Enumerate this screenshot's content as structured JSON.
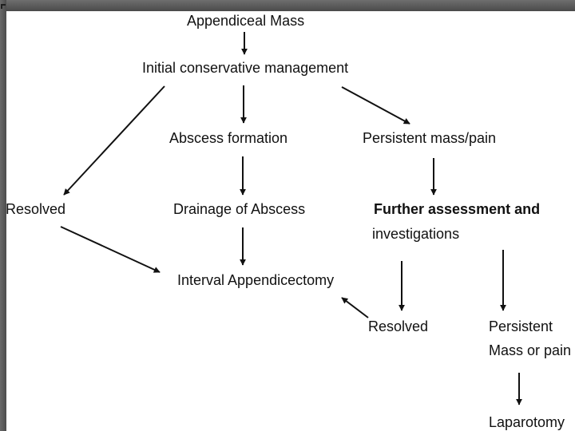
{
  "diagram": {
    "nodes": {
      "appendiceal_mass": "Appendiceal Mass",
      "initial_conservative_management": "Initial conservative management",
      "abscess_formation": "Abscess formation",
      "persistent_mass_pain": "Persistent mass/pain",
      "resolved_left": "Resolved",
      "drainage_of_abscess": "Drainage of Abscess",
      "further_assessment_line1": "Further assessment and",
      "further_assessment_line2": "investigations",
      "interval_appendicectomy": "Interval Appendicectomy",
      "resolved_right": "Resolved",
      "persistent_mass_line1": "Persistent",
      "persistent_mass_line2": "Mass or pain",
      "laparotomy": "Laparotomy"
    },
    "edges": [
      {
        "from": "appendiceal_mass",
        "to": "initial_conservative_management"
      },
      {
        "from": "initial_conservative_management",
        "to": "resolved_left"
      },
      {
        "from": "initial_conservative_management",
        "to": "abscess_formation"
      },
      {
        "from": "initial_conservative_management",
        "to": "persistent_mass_pain"
      },
      {
        "from": "abscess_formation",
        "to": "drainage_of_abscess"
      },
      {
        "from": "persistent_mass_pain",
        "to": "further_assessment"
      },
      {
        "from": "drainage_of_abscess",
        "to": "interval_appendicectomy"
      },
      {
        "from": "resolved_left",
        "to": "interval_appendicectomy"
      },
      {
        "from": "further_assessment",
        "to": "resolved_right"
      },
      {
        "from": "further_assessment",
        "to": "persistent_mass"
      },
      {
        "from": "resolved_right",
        "to": "interval_appendicectomy"
      },
      {
        "from": "persistent_mass",
        "to": "laparotomy"
      }
    ]
  },
  "colors": {
    "frame": "#5a5a5a",
    "background": "#ffffff",
    "ink": "#111111"
  }
}
